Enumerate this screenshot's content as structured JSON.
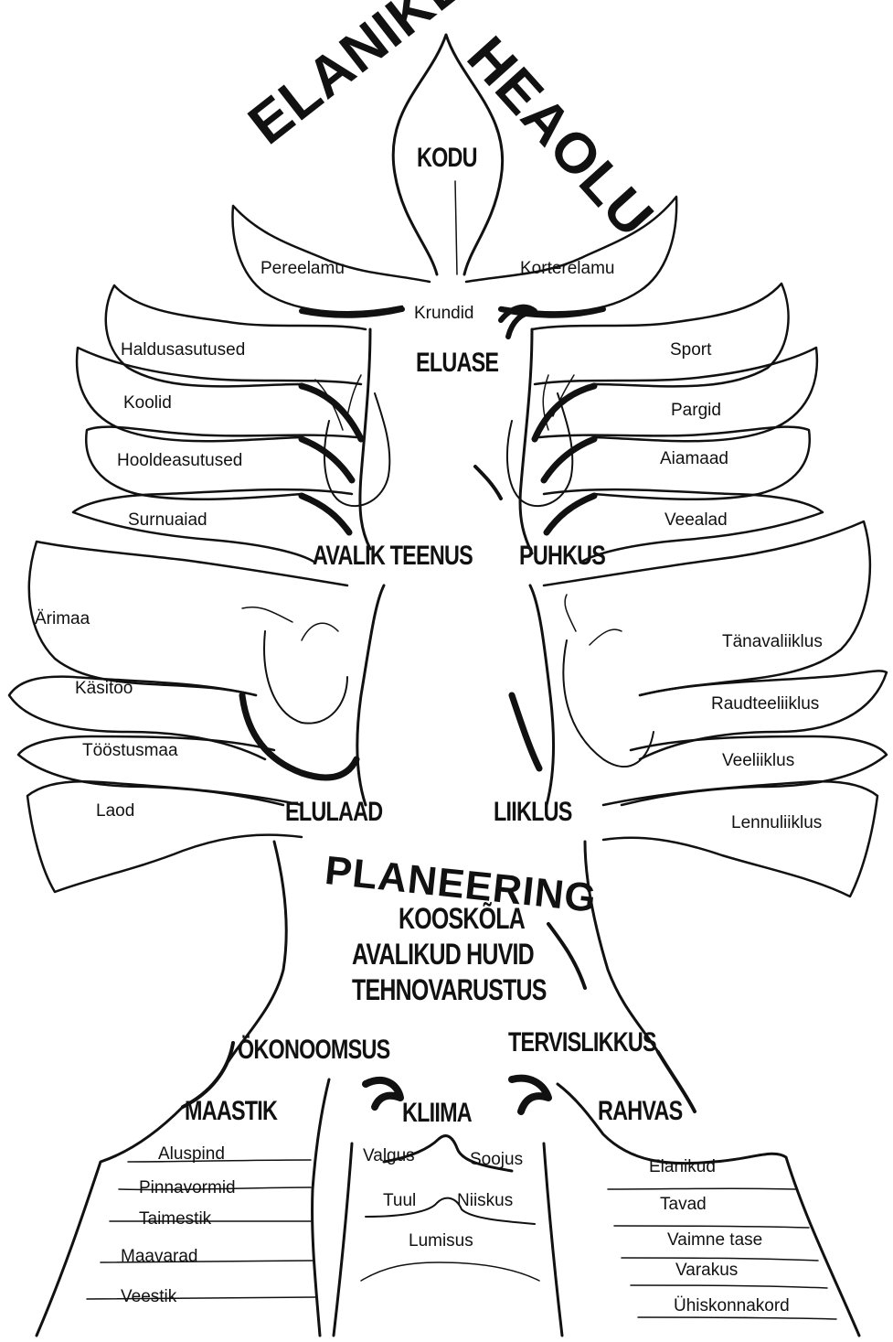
{
  "title": {
    "left_word": "ELANIKE",
    "right_word": "HEAOLU"
  },
  "center": {
    "main": "PLANEERING",
    "lines": [
      "KOOSKÕLA",
      "AVALIKUD HUVID",
      "TEHNOVARUSTUS"
    ]
  },
  "crown": {
    "top_leaf": "KODU",
    "left_leaf": "Pereelamu",
    "right_leaf": "Korterelamu",
    "stem_label": "Krundid",
    "branch": "ELUASE"
  },
  "avalik_teenus": {
    "branch": "AVALIK TEENUS",
    "leaves": [
      "Haldusasutused",
      "Koolid",
      "Hooldeasutused",
      "Surnuaiad"
    ]
  },
  "puhkus": {
    "branch": "PUHKUS",
    "leaves": [
      "Sport",
      "Pargid",
      "Aiamaad",
      "Veealad"
    ]
  },
  "elulaad": {
    "branch": "ELULAAD",
    "leaves": [
      "Ärimaa",
      "Käsitöö",
      "Tööstusmaa",
      "Laod"
    ]
  },
  "liiklus": {
    "branch": "LIIKLUS",
    "leaves": [
      "Tänavaliiklus",
      "Raudteeliiklus",
      "Veeliiklus",
      "Lennuliiklus"
    ]
  },
  "trunk": {
    "left": "ÖKONOOMSUS",
    "right": "TERVISLIKKUS"
  },
  "roots": {
    "maastik": {
      "title": "MAASTIK",
      "items": [
        "Aluspind",
        "Pinnavormid",
        "Taimestik",
        "Maavarad",
        "Veestik"
      ]
    },
    "kliima": {
      "title": "KLIIMA",
      "items": [
        "Valgus",
        "Soojus",
        "Tuul",
        "Niiskus",
        "Lumisus"
      ]
    },
    "rahvas": {
      "title": "RAHVAS",
      "items": [
        "Elanikud",
        "Tavad",
        "Vaimne tase",
        "Varakus",
        "Ühiskonnakord"
      ]
    }
  }
}
